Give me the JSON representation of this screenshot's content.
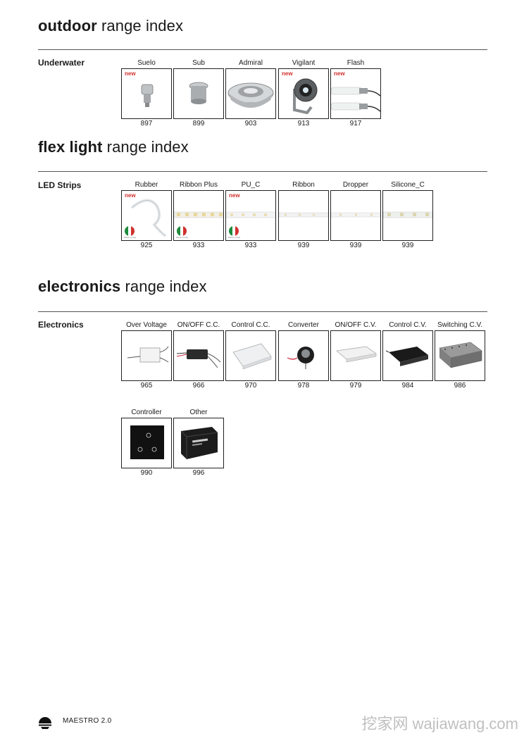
{
  "sections": [
    {
      "bold": "outdoor",
      "rest": " range index",
      "category": "Underwater",
      "items": [
        {
          "name": "Suelo",
          "page": "897",
          "new": "new"
        },
        {
          "name": "Sub",
          "page": "899"
        },
        {
          "name": "Admiral",
          "page": "903"
        },
        {
          "name": "Vigilant",
          "page": "913",
          "new": "new"
        },
        {
          "name": "Flash",
          "page": "917",
          "new": "new"
        }
      ]
    },
    {
      "bold": "flex light",
      "rest": " range index",
      "category": "LED Strips",
      "items": [
        {
          "name": "Rubber",
          "page": "925",
          "new": "new"
        },
        {
          "name": "Ribbon Plus",
          "page": "933"
        },
        {
          "name": "PU_C",
          "page": "933",
          "new": "new"
        },
        {
          "name": "Ribbon",
          "page": "939"
        },
        {
          "name": "Dropper",
          "page": "939"
        },
        {
          "name": "Silicone_C",
          "page": "939"
        }
      ]
    },
    {
      "bold": "electronics",
      "rest": " range index",
      "category": "Electronics",
      "items": [
        {
          "name": "Over Voltage",
          "page": "965"
        },
        {
          "name": "ON/OFF C.C.",
          "page": "966"
        },
        {
          "name": "Control C.C.",
          "page": "970"
        },
        {
          "name": "Converter",
          "page": "978"
        },
        {
          "name": "ON/OFF C.V.",
          "page": "979"
        },
        {
          "name": "Control C.V.",
          "page": "984"
        },
        {
          "name": "Switching C.V.",
          "page": "986"
        },
        {
          "name": "Controller",
          "page": "990"
        },
        {
          "name": "Other",
          "page": "996"
        }
      ]
    }
  ],
  "flag_note": "Made in Italy",
  "flag_colors": [
    "#1e8a3c",
    "#ffffff",
    "#d0312d"
  ],
  "footer": {
    "brand": "MAESTRO 2.0"
  },
  "watermark": "挖家网 wajiawang.com"
}
